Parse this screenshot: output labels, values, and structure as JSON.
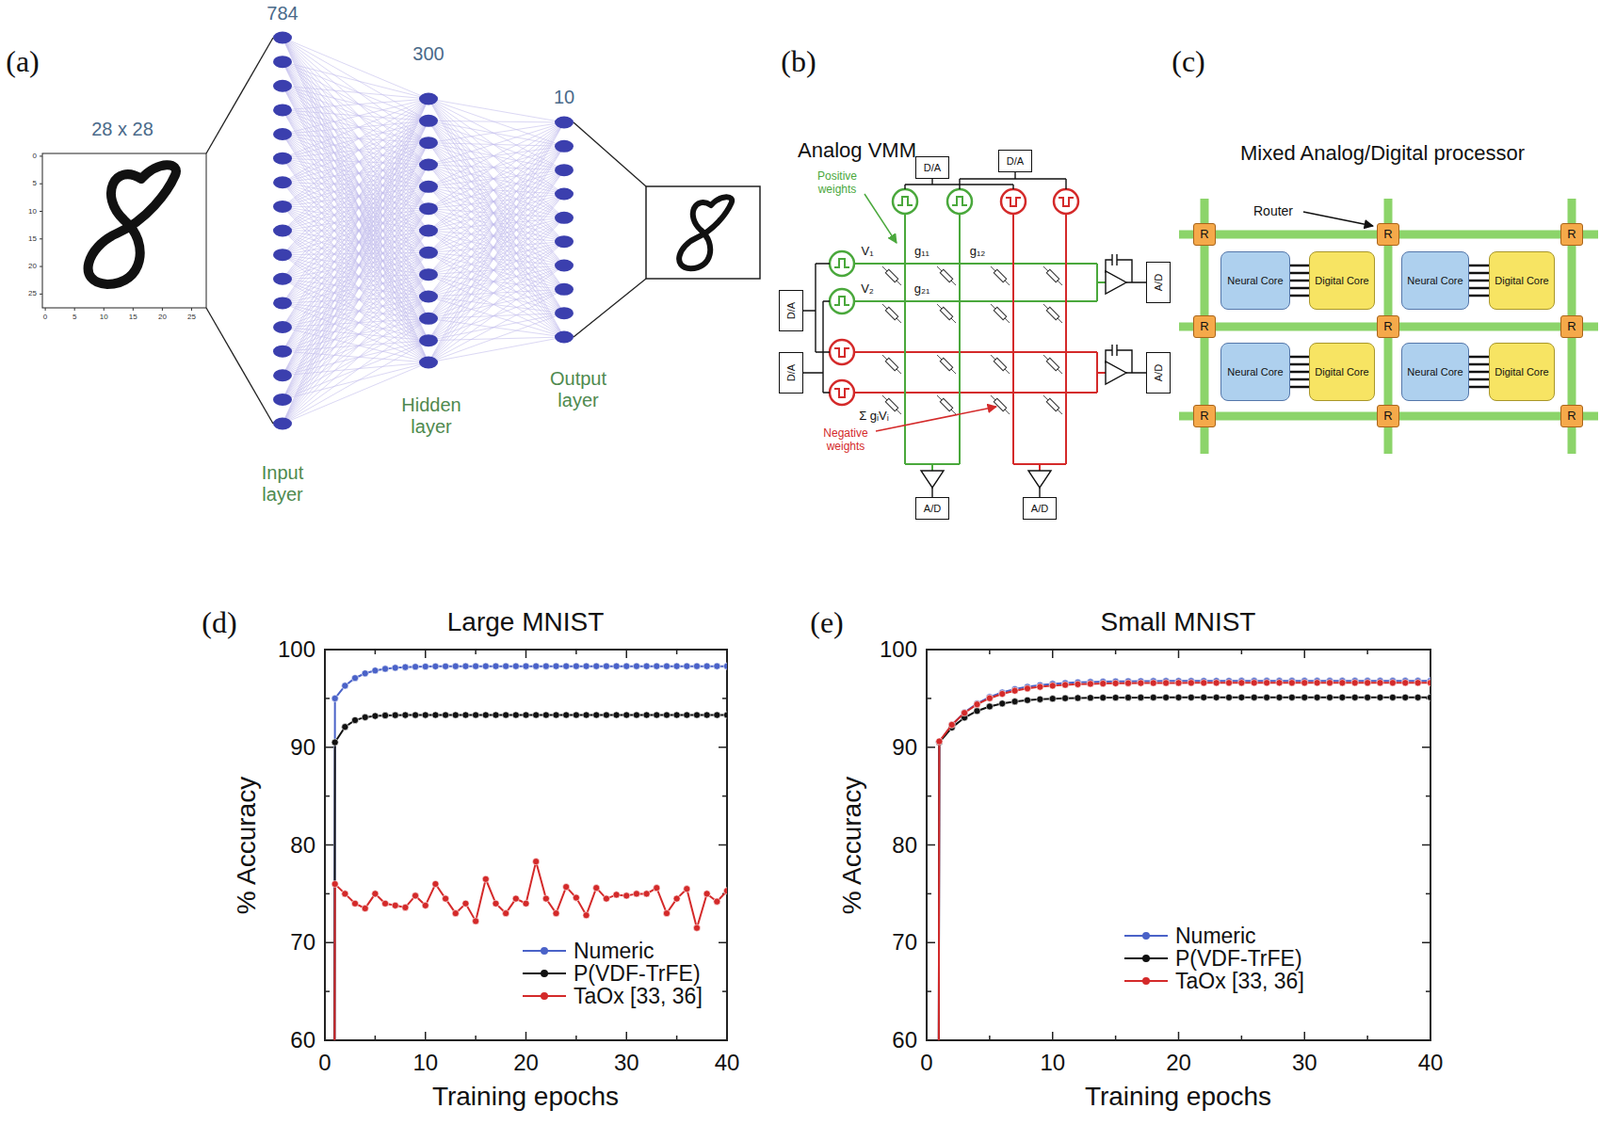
{
  "diagram": {
    "nodes": [
      {
        "text": [
          "D/A"
        ]
      },
      {
        "text": [
          "D/A"
        ]
      },
      {
        "text": [
          "D/A"
        ]
      },
      {
        "text": [
          "D/A"
        ]
      },
      {
        "text": [
          "A/D"
        ]
      },
      {
        "text": [
          "A/D"
        ]
      },
      {
        "text": [
          "A/D"
        ]
      },
      {
        "text": [
          "A/D"
        ]
      },
      {
        "text": [
          "R"
        ]
      },
      {
        "text": [
          "R"
        ]
      },
      {
        "text": [
          "R"
        ]
      },
      {
        "text": [
          "Neural Core"
        ]
      },
      {
        "text": [
          "Digital Core"
        ]
      },
      {
        "text": [
          "Neural Core"
        ]
      },
      {
        "text": [
          "Digital Core"
        ]
      },
      {
        "text": [
          "R"
        ]
      },
      {
        "text": [
          "R"
        ]
      },
      {
        "text": [
          "R"
        ]
      },
      {
        "text": [
          "Neural Core"
        ]
      },
      {
        "text": [
          "Digital Core"
        ]
      },
      {
        "text": [
          "Neural Core"
        ]
      },
      {
        "text": [
          "Digital Core"
        ]
      },
      {
        "text": [
          "R"
        ]
      },
      {
        "text": [
          "R"
        ]
      },
      {
        "text": [
          "R"
        ]
      }
    ],
    "edges": [
      {
        "from": 8,
        "to": 9,
        "arrow": "none"
      },
      {
        "from": 9,
        "to": 10,
        "arrow": "none"
      },
      {
        "from": 15,
        "to": 16,
        "arrow": "none"
      },
      {
        "from": 16,
        "to": 17,
        "arrow": "none"
      },
      {
        "from": 22,
        "to": 23,
        "arrow": "none"
      },
      {
        "from": 23,
        "to": 24,
        "arrow": "none"
      },
      {
        "from": 8,
        "to": 15,
        "arrow": "none"
      },
      {
        "from": 15,
        "to": 22,
        "arrow": "none"
      },
      {
        "from": 9,
        "to": 16,
        "arrow": "none"
      },
      {
        "from": 16,
        "to": 23,
        "arrow": "none"
      },
      {
        "from": 10,
        "to": 17,
        "arrow": "none"
      },
      {
        "from": 17,
        "to": 24,
        "arrow": "none"
      },
      {
        "from": 11,
        "to": 12,
        "arrow": "none"
      },
      {
        "from": 13,
        "to": 14,
        "arrow": "none"
      },
      {
        "from": 18,
        "to": 19,
        "arrow": "none"
      },
      {
        "from": 20,
        "to": 21,
        "arrow": "none"
      }
    ],
    "labels": [
      "(a)",
      "28 x 28",
      "784",
      "300",
      "10",
      "Input layer",
      "Hidden layer",
      "Output layer",
      "0",
      "5",
      "10",
      "15",
      "20",
      "25",
      "0",
      "5",
      "10",
      "15",
      "20",
      "25",
      "(b)",
      "Analog VMM",
      "Positive weights",
      "V₁",
      "g₁₁",
      "g₁₂",
      "V₂",
      "g₂₁",
      "Σ gᵢVᵢ",
      "Negative weights",
      "(c)",
      "Mixed Analog/Digital processor",
      "Router",
      "(d)",
      "Large MNIST",
      "% Accuracy",
      "Training epochs",
      "60",
      "70",
      "80",
      "90",
      "100",
      "0",
      "10",
      "20",
      "30",
      "40",
      "(e)",
      "Small MNIST",
      "% Accuracy",
      "Training epochs",
      "60",
      "70",
      "80",
      "90",
      "100",
      "0",
      "10",
      "20",
      "30",
      "40"
    ],
    "legend": [
      {
        "text": "Numeric"
      },
      {
        "text": "P(VDF-TrFE)"
      },
      {
        "text": "TaOx [33, 36]"
      },
      {
        "text": "Numeric"
      },
      {
        "text": "P(VDF-TrFE)"
      },
      {
        "text": "TaOx [33, 36]"
      }
    ]
  }
}
